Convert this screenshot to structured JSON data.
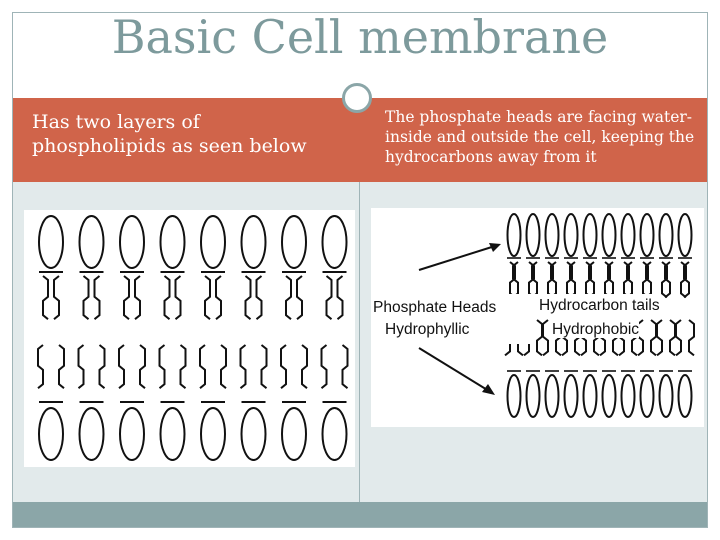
{
  "slide": {
    "title": "Basic Cell membrane",
    "left_text": "Has two layers of phospholipids as seen below",
    "right_text": "The phosphate heads are facing water-inside and outside the cell, keeping the hydrocarbons away from it"
  },
  "right_figure": {
    "phosphate_label": "Phosphate Heads",
    "hydrophyllic_label": "Hydrophyllic",
    "hydrocarbon_label": "Hydrocarbon tails",
    "hydrophobic_label": "Hydrophobic"
  },
  "colors": {
    "accent_band": "#d0644a",
    "title": "#7d9a9c",
    "footer": "#8ba6a8",
    "background_panel": "#e2eaeb"
  },
  "icons": {
    "decoration": "ring-icon"
  }
}
